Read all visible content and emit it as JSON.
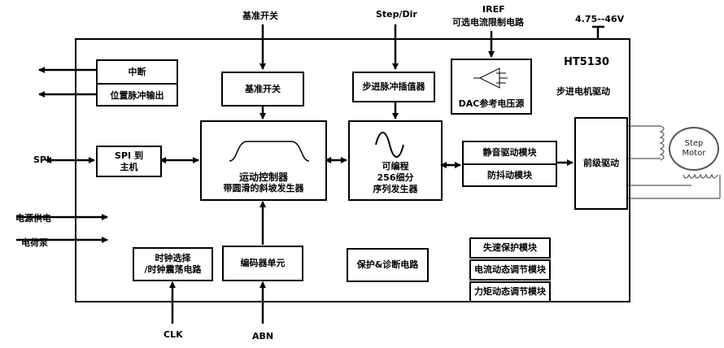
{
  "top_inputs": {
    "ref_switch": "基准开关",
    "step_dir": "Step/Dir",
    "iref": "IREF",
    "iref_sub": "可选电流限制电路",
    "voltage": "4.75--46V"
  },
  "chip": {
    "name": "HT5130",
    "subtitle": "步进电机驱动"
  },
  "blocks": {
    "interrupt": "中断",
    "pos_pulse": "位置脉冲输出",
    "spi_host_1": "SPI 到",
    "spi_host_2": "主机",
    "ref_switch": "基准开关",
    "motion_ctrl_1": "运动控制器",
    "motion_ctrl_2": "带圆滑的斜坡发生器",
    "step_interp": "步进脉冲插值器",
    "prog_1": "可编程",
    "prog_2": "256细分",
    "prog_3": "序列发生器",
    "dac": "DAC参考电压源",
    "silent": "静音驱动模块",
    "anti_jitter": "防抖动模块",
    "pre_driver": "前级驱动",
    "stall": "失速保护模块",
    "current_dyn": "电流动态调节模块",
    "torque_dyn": "力矩动态调节模块",
    "protect": "保护&诊断电路",
    "clock_1": "时钟选择",
    "clock_2": "/时钟震荡电路",
    "encoder": "编码器单元"
  },
  "left_signals": {
    "spi": "SPI",
    "power": "电源供电",
    "charge_pump": "电荷泵"
  },
  "bottom_inputs": {
    "clk": "CLK",
    "abn": "ABN"
  },
  "motor": {
    "line1": "Step",
    "line2": "Motor"
  }
}
